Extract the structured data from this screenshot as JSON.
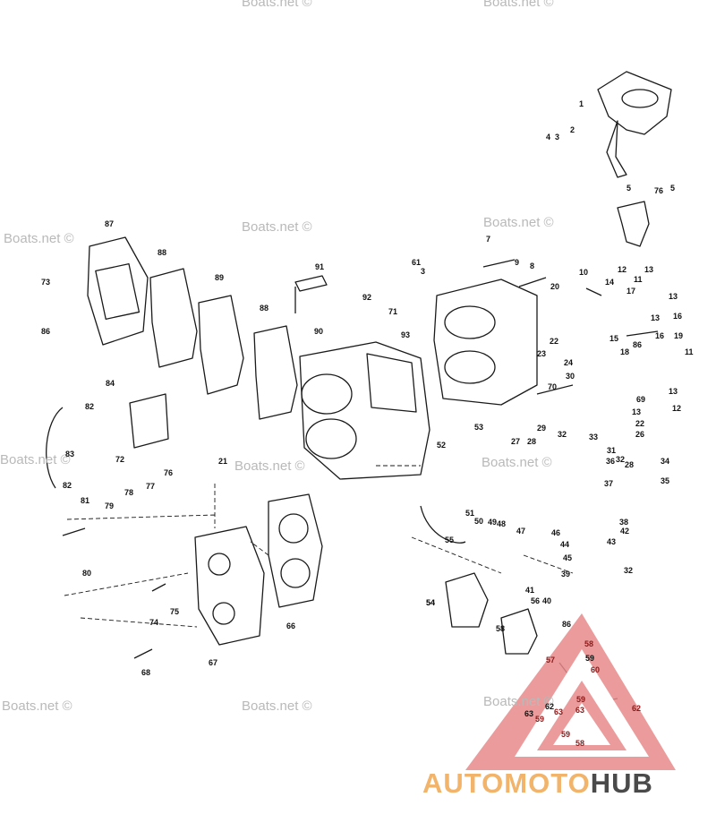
{
  "watermarks": [
    "Boats.net ©",
    "Boats.net ©",
    "Boats.net ©",
    "Boats.net ©",
    "Boats.net ©",
    "Boats.net ©",
    "Boats.net ©",
    "Boats.net ©",
    "Boats.net ©",
    "Boats.net ©",
    "Boats.net ©"
  ],
  "brand": {
    "part1": "AUTO",
    "part2": "MOTO",
    "part3": "HUB",
    "triangle_color": "#e88a8a",
    "text_color_light": "#f2b36a",
    "text_color_dark": "#4a4a4a"
  },
  "labels": [
    "1",
    "2",
    "3",
    "4",
    "5",
    "76",
    "5",
    "7",
    "9",
    "8",
    "61",
    "3",
    "10",
    "12",
    "13",
    "14",
    "11",
    "13",
    "17",
    "13",
    "16",
    "15",
    "11",
    "18",
    "16",
    "86",
    "19",
    "20",
    "22",
    "23",
    "24",
    "30",
    "70",
    "13",
    "69",
    "13",
    "12",
    "22",
    "26",
    "27",
    "28",
    "29",
    "32",
    "33",
    "31",
    "32",
    "34",
    "28",
    "35",
    "36",
    "37",
    "38",
    "42",
    "43",
    "44",
    "45",
    "46",
    "47",
    "48",
    "49",
    "50",
    "51",
    "52",
    "53",
    "54",
    "55",
    "56",
    "40",
    "41",
    "39",
    "32",
    "62",
    "63",
    "87",
    "88",
    "89",
    "88",
    "91",
    "92",
    "90",
    "71",
    "93",
    "73",
    "86",
    "84",
    "82",
    "83",
    "72",
    "21",
    "81",
    "79",
    "78",
    "77",
    "76",
    "82",
    "80",
    "74",
    "75",
    "67",
    "68",
    "66",
    "54",
    "58",
    "86",
    "57",
    "58",
    "59",
    "60",
    "59",
    "63",
    "59",
    "62",
    "63",
    "59",
    "58"
  ]
}
